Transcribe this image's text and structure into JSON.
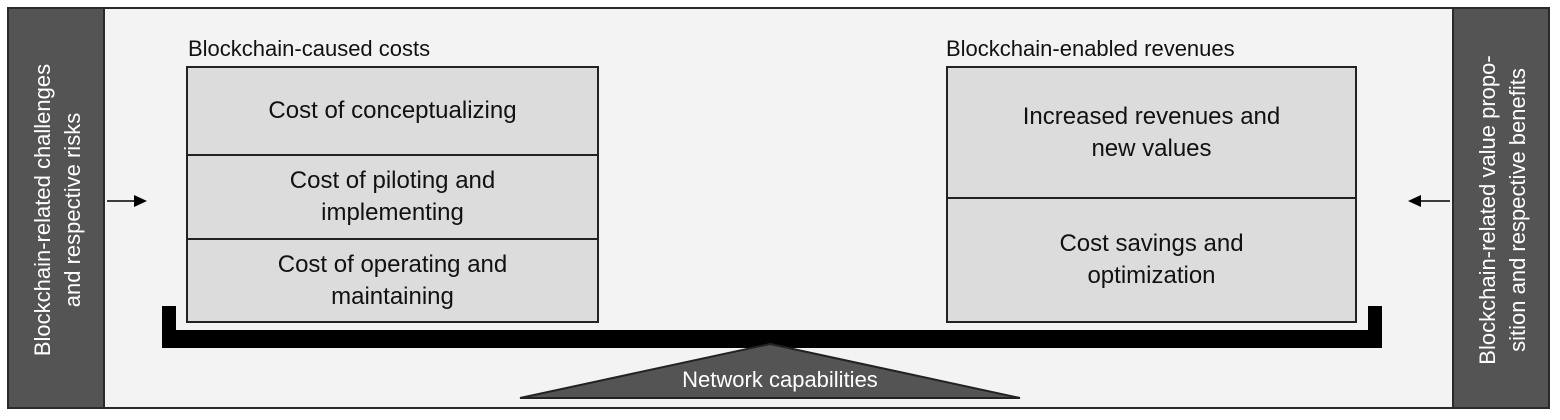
{
  "left_panel": {
    "lines": [
      "Blockchain-related challenges",
      "and respective risks"
    ]
  },
  "right_panel": {
    "lines": [
      "Blockchain-related value propo-",
      "sition and respective benefits"
    ]
  },
  "costs": {
    "title": "Blockchain-caused costs",
    "items": [
      {
        "lines": [
          "Cost of conceptualizing"
        ]
      },
      {
        "lines": [
          "Cost of piloting and",
          "implementing"
        ]
      },
      {
        "lines": [
          "Cost of operating and",
          "maintaining"
        ]
      }
    ]
  },
  "revenues": {
    "title": "Blockchain-enabled revenues",
    "items": [
      {
        "lines": [
          "Increased revenues and",
          "new values"
        ]
      },
      {
        "lines": [
          "Cost savings and",
          "optimization"
        ]
      }
    ]
  },
  "fulcrum": {
    "label": "Network capabilities"
  },
  "colors": {
    "panel": "#545454",
    "box": "#dcdcdc",
    "background": "#f3f3f3",
    "beam": "#000000"
  }
}
